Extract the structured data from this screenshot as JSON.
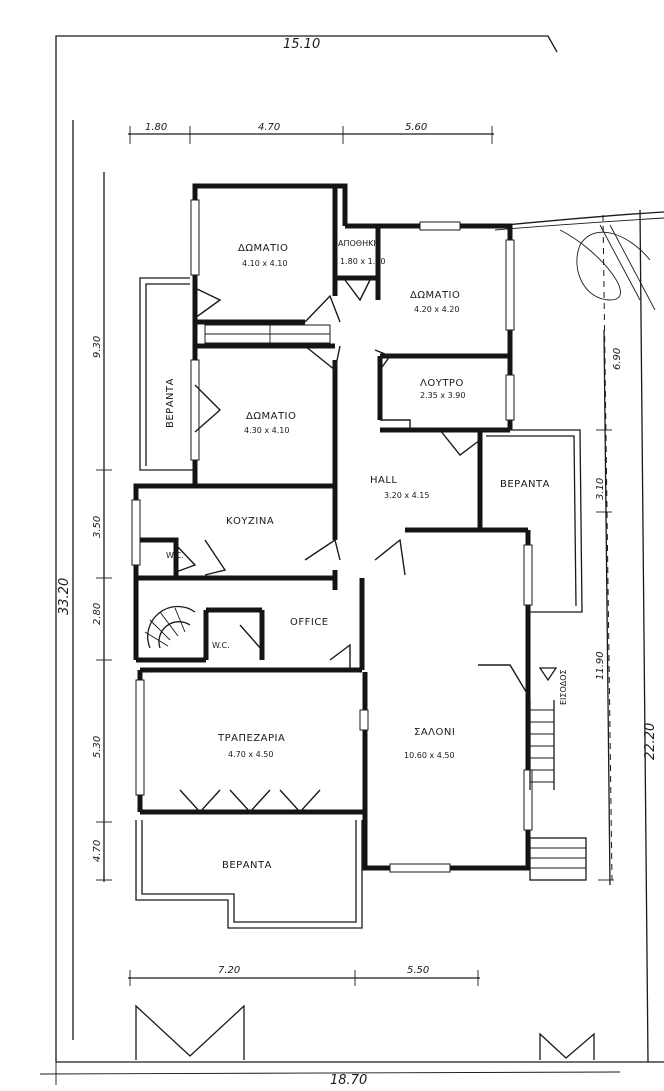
{
  "rooms": {
    "bedroom1": {
      "name": "ΔΩΜΑΤΙΟ",
      "size": "4.10 x 4.10"
    },
    "storage": {
      "name": "ΑΠΟΘΗΚΗ",
      "size": "1.80 x 1.50"
    },
    "bedroom2": {
      "name": "ΔΩΜΑΤΙΟ",
      "size": "4.20 x 4.20"
    },
    "bath": {
      "name": "ΛΟΥΤΡΟ",
      "size": "2.35 x 3.90"
    },
    "bedroom3": {
      "name": "ΔΩΜΑΤΙΟ",
      "size": "4.30 x 4.10"
    },
    "hall": {
      "name": "HALL",
      "size": "3.20 x 4.15"
    },
    "kitchen": {
      "name": "ΚΟΥΖΙΝΑ"
    },
    "wc1": {
      "name": "W.C."
    },
    "wc2": {
      "name": "W.C."
    },
    "office": {
      "name": "OFFICE"
    },
    "dining": {
      "name": "ΤΡΑΠΕΖΑΡΙΑ",
      "size": "4.70 x 4.50"
    },
    "living": {
      "name": "ΣΑΛΟΝΙ",
      "size": "10.60 x 4.50"
    },
    "veranda_left": {
      "name": "ΒΕΡΑΝΤΑ"
    },
    "veranda_right": {
      "name": "ΒΕΡΑΝΤΑ"
    },
    "veranda_bottom": {
      "name": "ΒΕΡΑΝΤΑ"
    },
    "entrance": {
      "name": "ΕΙΣΟΔΟΣ"
    }
  },
  "dimensions": {
    "top_total": "15.10",
    "top_segments": [
      "1.80",
      "4.70",
      "5.60"
    ],
    "bottom_total": "18.70",
    "bottom_segments": [
      "7.20",
      "5.50"
    ],
    "left_total": "33.20",
    "left_segments": [
      "9.30",
      "3.50",
      "2.80",
      "5.30",
      "4.70"
    ],
    "right_total": "22.20",
    "right_segments": [
      "6.90",
      "3.10",
      "11.90"
    ]
  }
}
